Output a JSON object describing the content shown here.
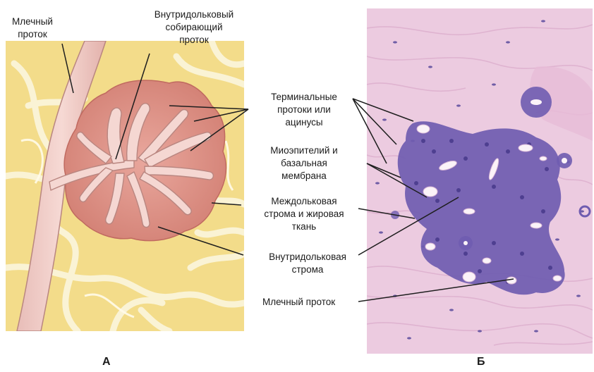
{
  "panel_a": {
    "letter": "А",
    "labels": {
      "milk_duct": "Млечный\nпроток",
      "intralobular_collecting_duct": "Внутридольковый\nсобирающий\nпроток"
    }
  },
  "panel_b": {
    "letter": "Б"
  },
  "center_labels": {
    "terminal_ducts": "Терминальные\nпротоки или\nацинусы",
    "myoepithelium": "Миоэпителий и\nбазальная\nмембрана",
    "interlobular_stroma": "Междольковая\nстрома и жировая\nткань",
    "intralobular_stroma": "Внутридольковая\nстрома",
    "milk_duct": "Млечный проток"
  },
  "colors": {
    "fat": "#f3dc8a",
    "fat_septa": "#fbf4d7",
    "lobule": "#d98b80",
    "lobule_edge": "#c06a60",
    "duct": "#f1c8c3",
    "duct_edge": "#b98680",
    "tissue_bg": "#eccbe0",
    "nuclei": "#4a3a8e"
  }
}
